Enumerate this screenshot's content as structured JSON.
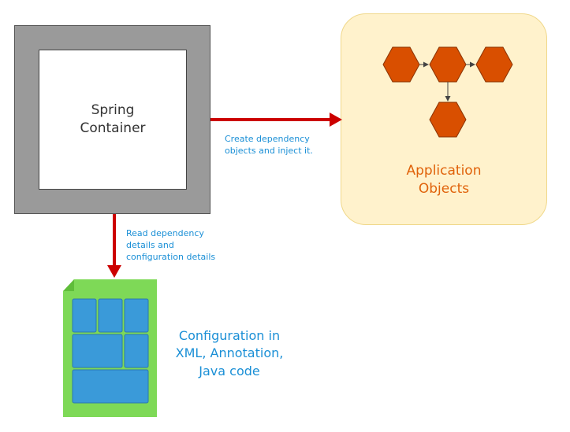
{
  "spring_container": {
    "title": "Spring\nContainer"
  },
  "application_objects": {
    "title": "Application\nObjects"
  },
  "edges": {
    "create_inject": "Create dependency\nobjects and inject it.",
    "read_config": "Read dependency\ndetails and\nconfiguration details"
  },
  "configuration": {
    "title": "Configuration in\nXML, Annotation,\nJava code"
  },
  "colors": {
    "arrow": "#cc0000",
    "hexagon": "#d94f00",
    "config_doc": "#7ed957",
    "config_cell": "#3a9ad9",
    "label_blue": "#1a8fd6",
    "app_title": "#e0620a"
  }
}
